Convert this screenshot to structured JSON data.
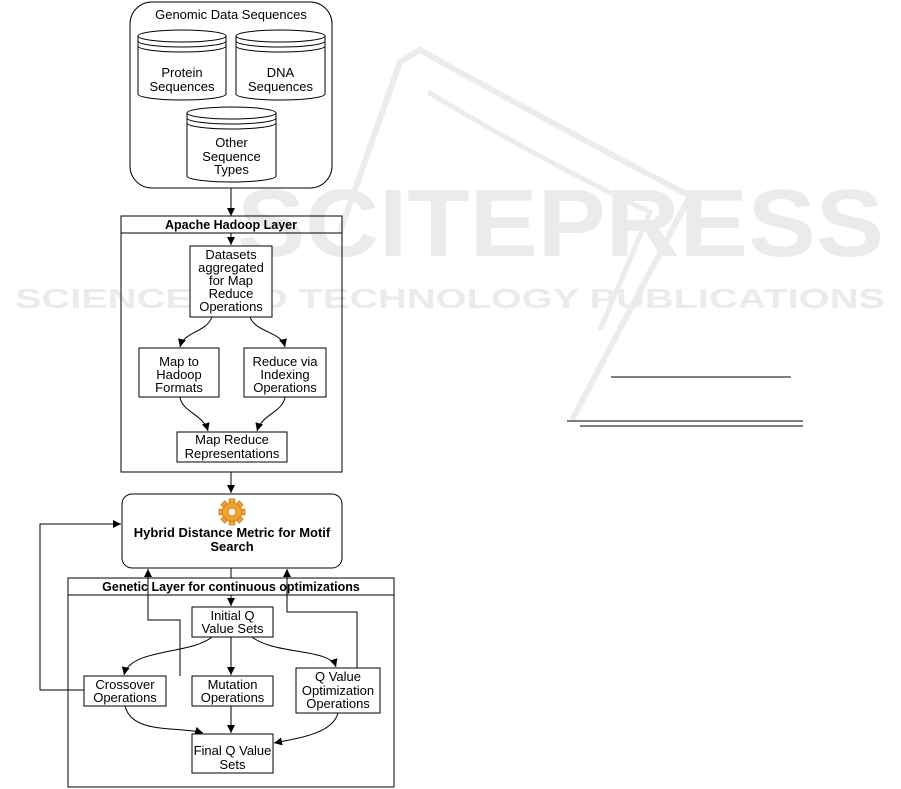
{
  "watermark": {
    "title": "SCITEPRESS",
    "subtitle": "SCIENCE AND TECHNOLOGY PUBLICATIONS"
  },
  "genomic_data": {
    "title": "Genomic Data Sequences",
    "protein": [
      "Protein",
      "Sequences"
    ],
    "dna": [
      "DNA",
      "Sequences"
    ],
    "other": [
      "Other",
      "Sequence",
      "Types"
    ]
  },
  "hadoop_layer": {
    "title": "Apache Hadoop Layer",
    "datasets": [
      "Datasets",
      "aggregated",
      "for Map",
      "Reduce",
      "Operations"
    ],
    "map_formats": [
      "Map to",
      "Hadoop",
      "Formats"
    ],
    "reduce_indexing": [
      "Reduce via",
      "Indexing",
      "Operations"
    ],
    "representations": [
      "Map Reduce",
      "Representations"
    ]
  },
  "hybrid_metric": {
    "title": [
      "Hybrid Distance Metric for Motif",
      "Search"
    ],
    "icon": "gear-icon"
  },
  "genetic_layer": {
    "title": "Genetic Layer for continuous optimizations",
    "initial": [
      "Initial Q",
      "Value Sets"
    ],
    "crossover": [
      "Crossover",
      "Operations"
    ],
    "mutation": [
      "Mutation",
      "Operations"
    ],
    "q_optimization": [
      "Q Value",
      "Optimization",
      "Operations"
    ],
    "final": [
      "Final Q Value",
      "Sets"
    ]
  },
  "colors": {
    "watermark": "#ebebeb",
    "gear": "#f0a22e",
    "stroke": "#000000"
  }
}
